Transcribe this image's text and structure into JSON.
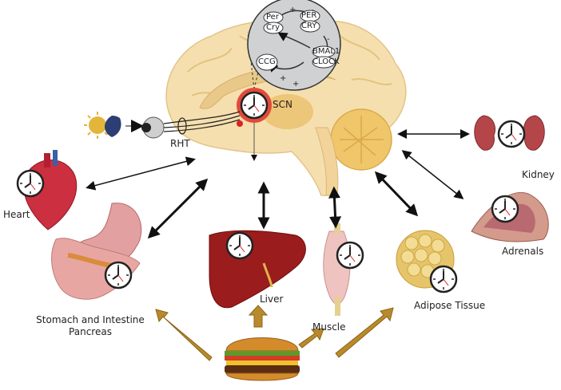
{
  "labels": {
    "scn": "SCN",
    "rht": "RHT",
    "heart": "Heart",
    "stomach": "Stomach and Intestine",
    "pancreas": "Pancreas",
    "liver": "Liver",
    "muscle": "Muscle",
    "adipose": "Adipose Tissue",
    "kidney": "Kidney",
    "adrenals": "Adrenals"
  },
  "clock_loop": {
    "per_cry_lower": [
      "Per",
      "Cry"
    ],
    "per_cry_upper": [
      "PER",
      "CRY"
    ],
    "bmal1_clock": [
      "BMAL1",
      "CLOCK"
    ],
    "ccg": "CCG",
    "signs": [
      "+",
      "-",
      "+",
      "+"
    ]
  },
  "colors": {
    "brain": "#f6dfae",
    "arrow_black": "#111111",
    "arrow_food": "#b98a2a",
    "clock_ring": "#e14a3b",
    "liver": "#9a1c1c",
    "kidney": "#b4464a",
    "adipose": "#e6c46a",
    "heart": "#cc2f3f"
  },
  "icons": [
    "sun-icon",
    "moon-icon",
    "eye-icon",
    "clock-icon",
    "burger-icon"
  ]
}
